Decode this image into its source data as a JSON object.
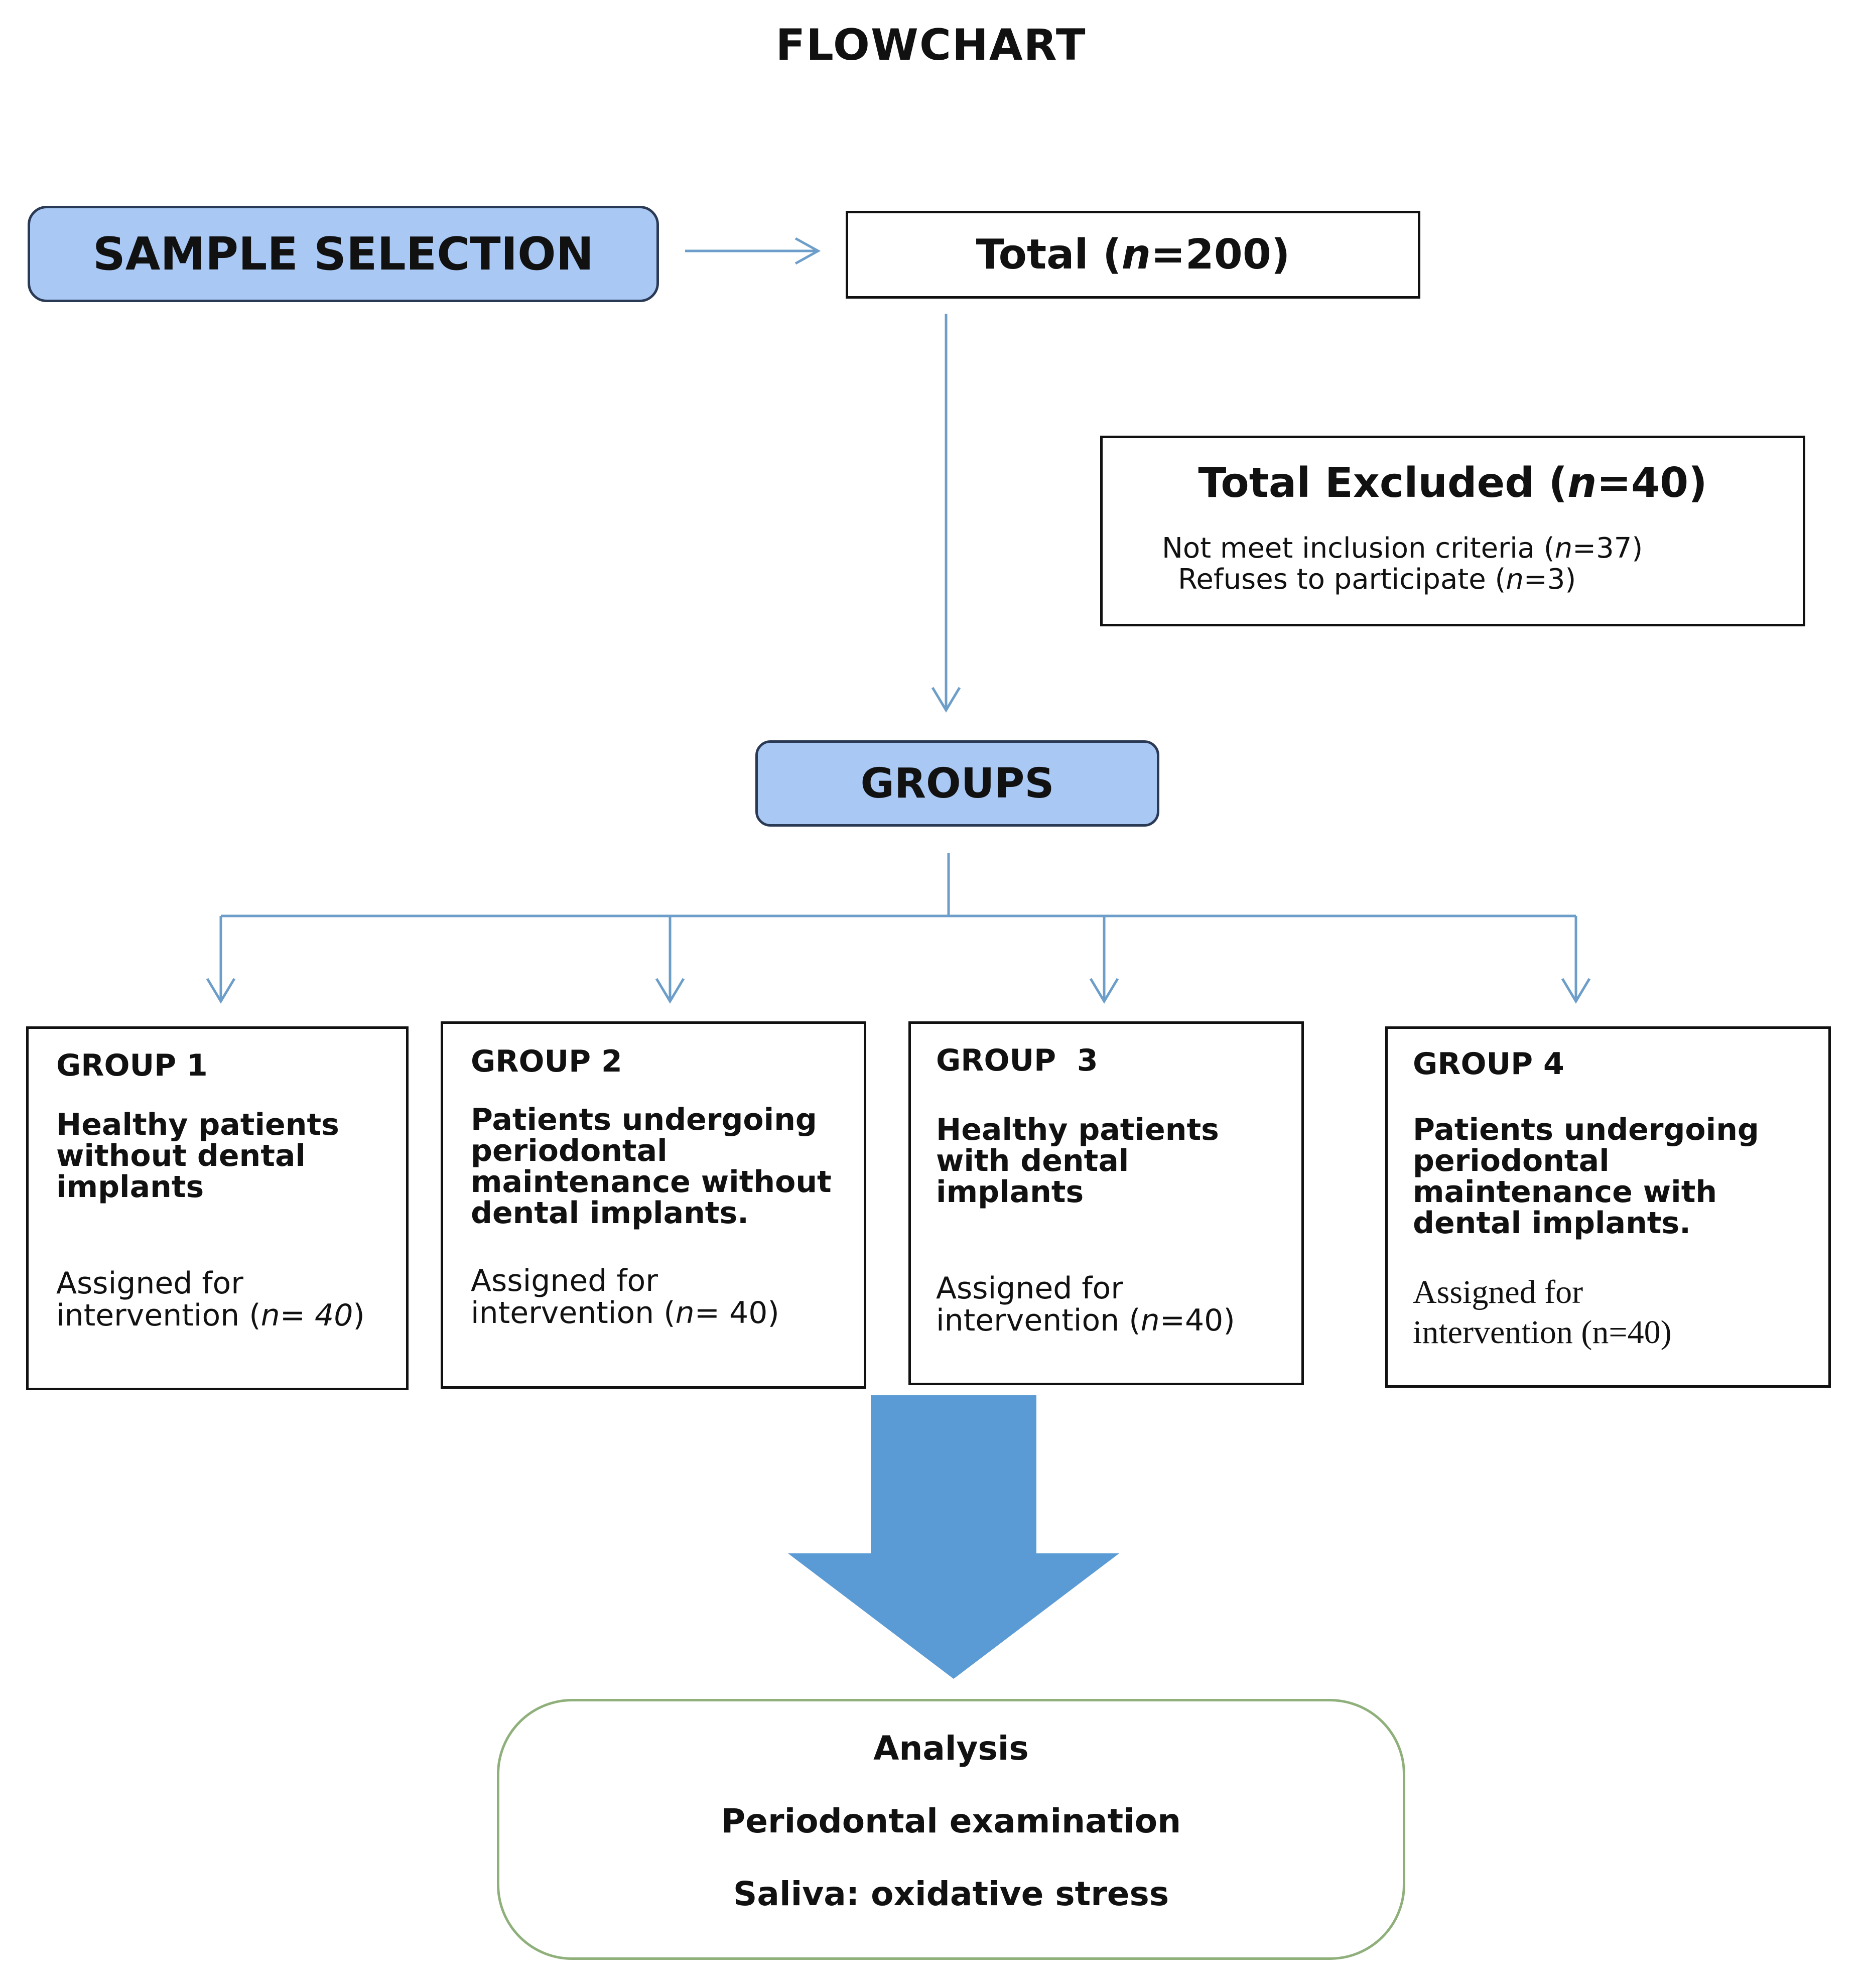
{
  "title": "FLOWCHART",
  "sample_selection": "SAMPLE SELECTION",
  "total": {
    "prefix": "Total (",
    "n": "n",
    "suffix": "=200)"
  },
  "excluded": {
    "title_prefix": "Total Excluded (",
    "title_n": "n",
    "title_suffix": "=40)",
    "reason1_prefix": "Not meet inclusion criteria (",
    "reason1_n": "n",
    "reason1_suffix": "=37)",
    "reason2_prefix": "Refuses to participate (",
    "reason2_n": "n",
    "reason2_suffix": "=3)"
  },
  "groups_label": "GROUPS",
  "groups": [
    {
      "title": "GROUP 1",
      "desc": "Healthy patients without dental implants",
      "assign_a": "Assigned for",
      "assign_b": "intervention (",
      "n": "n",
      "count": "= 40",
      "close": ")"
    },
    {
      "title": "GROUP 2",
      "desc": "Patients undergoing periodontal maintenance without dental implants.",
      "assign_a": "Assigned for",
      "assign_b": "intervention (",
      "n": "n",
      "count": "= 40)",
      "close": ""
    },
    {
      "title": "GROUP  3",
      "desc": "Healthy patients with dental implants",
      "assign_a": "Assigned for",
      "assign_b": "intervention (",
      "n": "n",
      "count": "=40)",
      "close": ""
    },
    {
      "title": "GROUP 4",
      "desc": "Patients undergoing periodontal maintenance with dental implants.",
      "assign_a": "Assigned for",
      "assign_b": "intervention (n=40)"
    }
  ],
  "analysis": {
    "heading": "Analysis",
    "item1": "Periodontal examination",
    "item2": "Saliva: oxidative stress"
  },
  "colors": {
    "pill_fill": "#a9c8f3",
    "arrow_line": "#6d9ec9",
    "big_arrow": "#5b9bd5",
    "analysis_border": "#8fb07a"
  }
}
